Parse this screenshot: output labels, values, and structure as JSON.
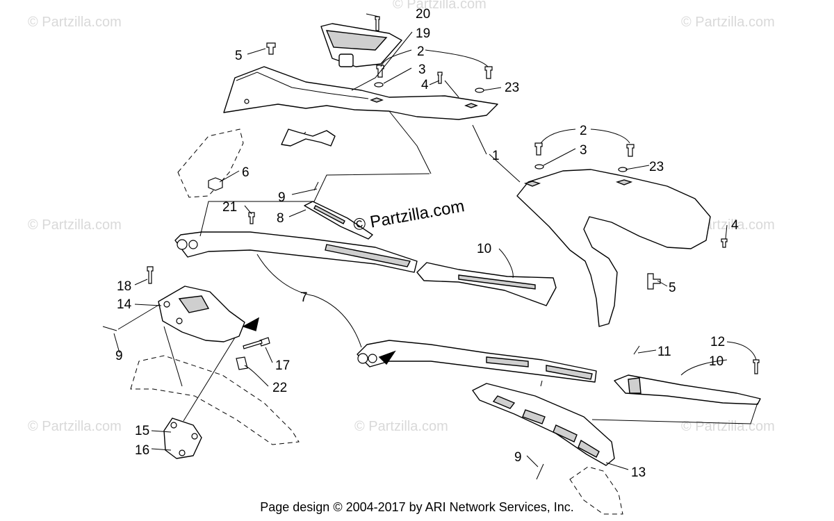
{
  "watermarks": {
    "text": "© Partzilla.com",
    "main_text": "© Partzilla.com"
  },
  "callouts": [
    {
      "id": "c20",
      "text": "20"
    },
    {
      "id": "c19",
      "text": "19"
    },
    {
      "id": "c5a",
      "text": "5"
    },
    {
      "id": "c2a",
      "text": "2"
    },
    {
      "id": "c3a",
      "text": "3"
    },
    {
      "id": "c4a",
      "text": "4"
    },
    {
      "id": "c23a",
      "text": "23"
    },
    {
      "id": "c1",
      "text": "1"
    },
    {
      "id": "c2b",
      "text": "2"
    },
    {
      "id": "c3b",
      "text": "3"
    },
    {
      "id": "c23b",
      "text": "23"
    },
    {
      "id": "c6",
      "text": "6"
    },
    {
      "id": "c9a",
      "text": "9"
    },
    {
      "id": "c21",
      "text": "21"
    },
    {
      "id": "c8",
      "text": "8"
    },
    {
      "id": "c4b",
      "text": "4"
    },
    {
      "id": "c10a",
      "text": "10"
    },
    {
      "id": "c5b",
      "text": "5"
    },
    {
      "id": "c18",
      "text": "18"
    },
    {
      "id": "c14",
      "text": "14"
    },
    {
      "id": "c7",
      "text": "7"
    },
    {
      "id": "c9b",
      "text": "9"
    },
    {
      "id": "c17",
      "text": "17"
    },
    {
      "id": "c22",
      "text": "22"
    },
    {
      "id": "c11",
      "text": "11"
    },
    {
      "id": "c12",
      "text": "12"
    },
    {
      "id": "c10b",
      "text": "10"
    },
    {
      "id": "c15",
      "text": "15"
    },
    {
      "id": "c16",
      "text": "16"
    },
    {
      "id": "c9c",
      "text": "9"
    },
    {
      "id": "c13",
      "text": "13"
    }
  ],
  "footer": {
    "text": "Page design © 2004-2017 by ARI Network Services, Inc."
  }
}
